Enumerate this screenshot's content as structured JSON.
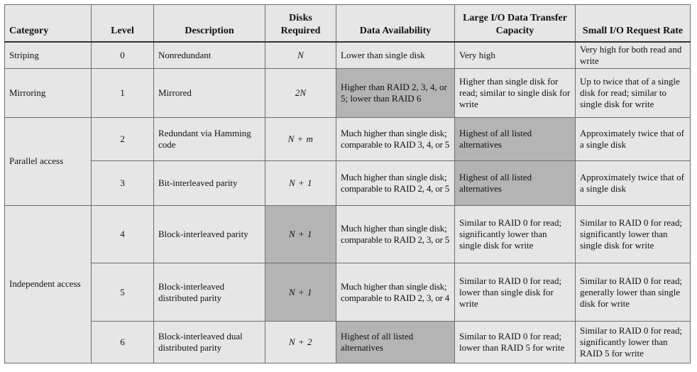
{
  "headers": {
    "category": "Category",
    "level": "Level",
    "description": "Description",
    "disks": "Disks Required",
    "availability": "Data Availability",
    "large_io": "Large I/O Data Transfer Capacity",
    "small_io": "Small I/O Request Rate"
  },
  "categories": {
    "striping": "Striping",
    "mirroring": "Mirroring",
    "parallel": "Parallel access",
    "independent": "Independent access"
  },
  "rows": [
    {
      "level": "0",
      "description": "Nonredundant",
      "disks": "N",
      "availability": "Lower than single disk",
      "large_io": "Very high",
      "small_io": "Very high for both read and write"
    },
    {
      "level": "1",
      "description": "Mirrored",
      "disks": "2N",
      "availability": "Higher than RAID 2, 3, 4, or 5; lower than RAID 6",
      "large_io": "Higher than single disk for read; similar to single disk for write",
      "small_io": "Up to twice that of a single disk for read; similar to single disk for write"
    },
    {
      "level": "2",
      "description": "Redundant via Hamming code",
      "disks": "N + m",
      "availability": "Much higher than single disk; comparable to RAID 3, 4, or 5",
      "large_io": "Highest of all listed alternatives",
      "small_io": "Approximately twice that of a single disk"
    },
    {
      "level": "3",
      "description": "Bit-interleaved parity",
      "disks": "N + 1",
      "availability": "Much higher than single disk; comparable to RAID 2, 4, or 5",
      "large_io": "Highest of all listed alternatives",
      "small_io": "Approximately twice that of a single disk"
    },
    {
      "level": "4",
      "description": "Block-interleaved parity",
      "disks": "N + 1",
      "availability": "Much higher than single disk; comparable to RAID 2, 3, or 5",
      "large_io": "Similar to RAID 0 for read; significantly lower than single disk for write",
      "small_io": "Similar to RAID 0 for read; significantly lower than single disk for write"
    },
    {
      "level": "5",
      "description": "Block-interleaved distributed parity",
      "disks": "N + 1",
      "availability": "Much higher than single disk; comparable to RAID 2, 3, or 4",
      "large_io": "Similar to RAID 0 for read; lower than single disk for write",
      "small_io": "Similar to RAID 0 for read; generally lower than single disk for write"
    },
    {
      "level": "6",
      "description": "Block-interleaved dual distributed parity",
      "disks": "N + 2",
      "availability": "Highest of all listed alternatives",
      "large_io": "Similar to RAID 0 for read; lower than RAID 5 for write",
      "small_io": "Similar to RAID 0 for read; significantly lower than RAID 5 for write"
    }
  ],
  "colors": {
    "cell_background": "#e6e6e6",
    "shaded_cell": "#b4b4b4",
    "border": "#6e6e6e"
  }
}
